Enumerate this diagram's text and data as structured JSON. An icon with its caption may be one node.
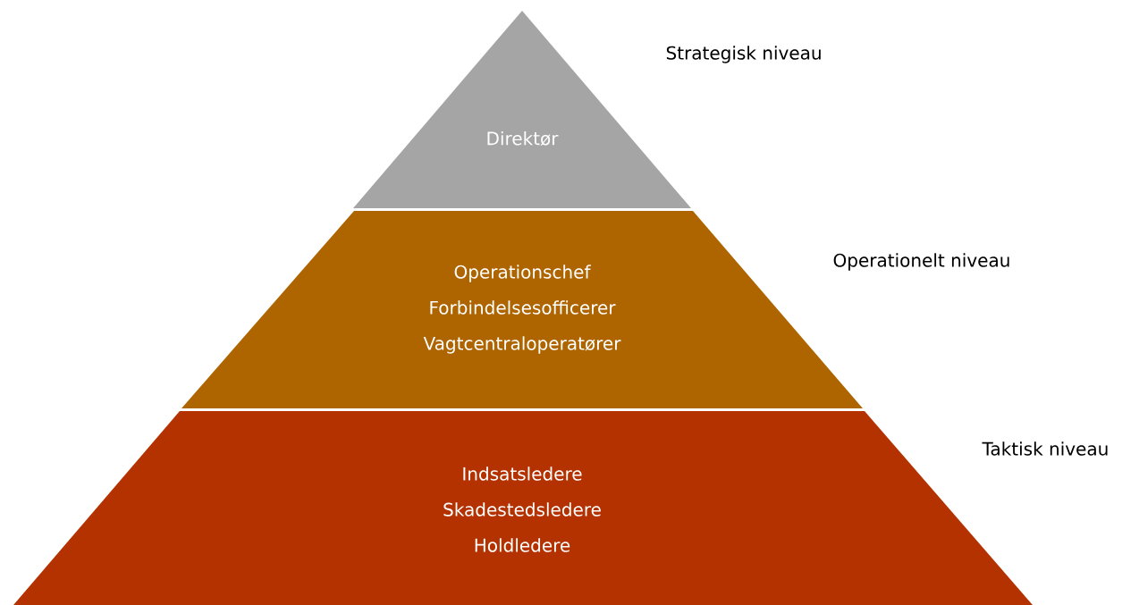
{
  "diagram": {
    "nodes": [
      {
        "text": [
          "Direktør"
        ],
        "beside": [
          "Strategisk niveau"
        ]
      },
      {
        "text": [
          "Operationschef",
          "Forbindelsesofficerer",
          "Vagtcentraloperatører"
        ],
        "beside": [
          "Operationelt niveau"
        ]
      },
      {
        "text": [
          "Indsatsledere",
          "Skadestedsledere",
          "Holdledere"
        ],
        "beside": [
          "Taktisk niveau"
        ]
      }
    ]
  }
}
